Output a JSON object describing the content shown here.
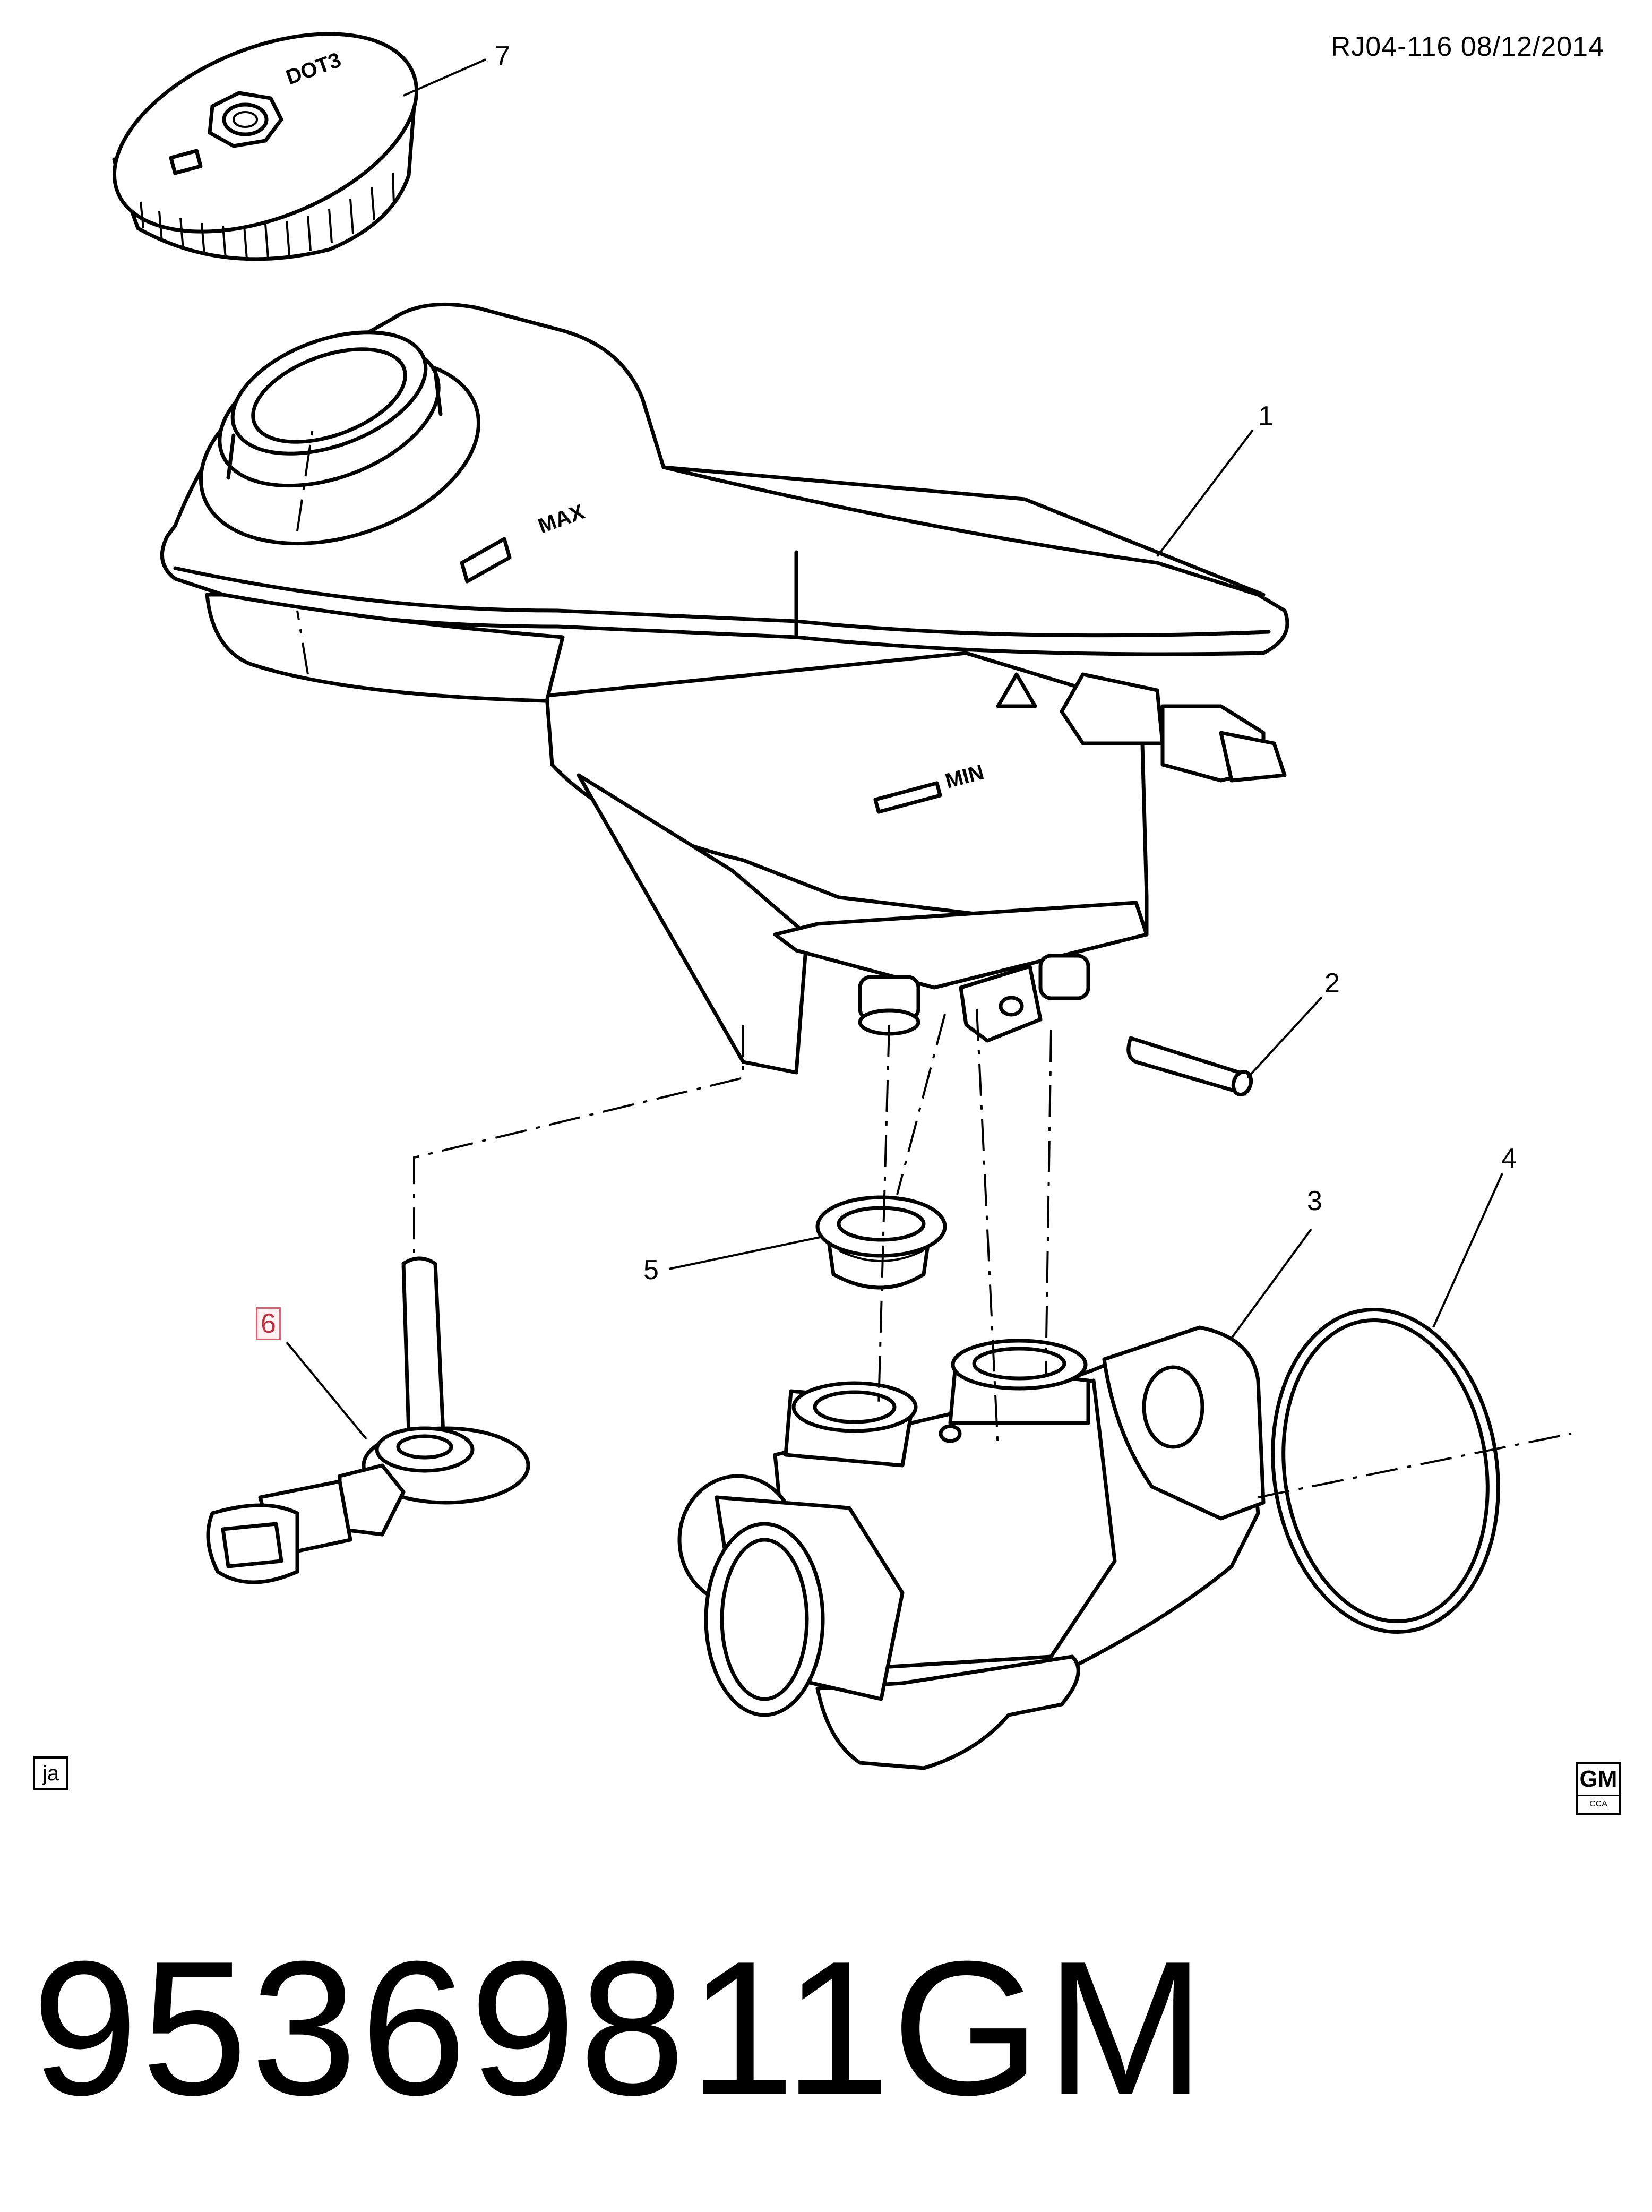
{
  "header": {
    "reference": "RJ04-116  08/12/2014"
  },
  "callouts": [
    {
      "id": "1",
      "label": "1"
    },
    {
      "id": "2",
      "label": "2"
    },
    {
      "id": "3",
      "label": "3"
    },
    {
      "id": "4",
      "label": "4"
    },
    {
      "id": "5",
      "label": "5"
    },
    {
      "id": "6",
      "label": "6",
      "highlighted": true
    },
    {
      "id": "7",
      "label": "7"
    }
  ],
  "embossed": {
    "max": "MAX",
    "min": "MIN",
    "cap": "DOT3"
  },
  "footer": {
    "language_tag": "ja",
    "logo_main": "GM",
    "logo_sub": "CCA"
  },
  "caption": {
    "part_number": "95369811",
    "brand": "GM"
  },
  "colors": {
    "line": "#000000",
    "background": "#ffffff",
    "highlight": "#e06070"
  }
}
